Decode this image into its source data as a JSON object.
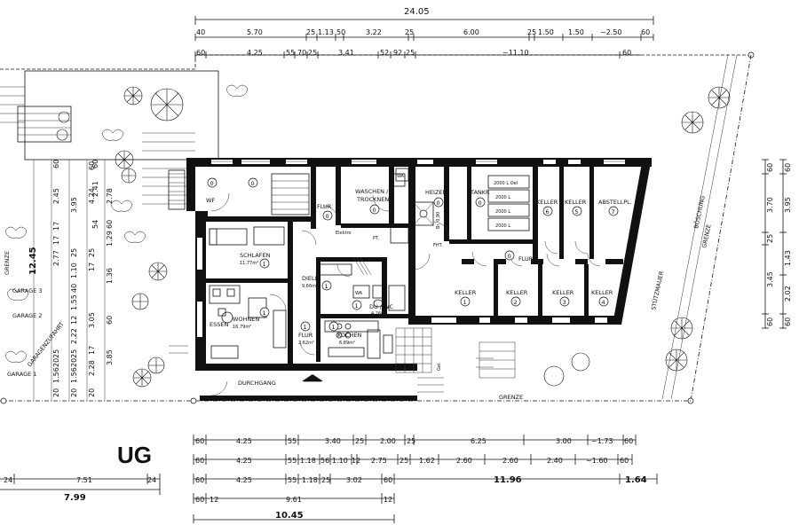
{
  "title": "UG",
  "top_dims": {
    "total": "24.05",
    "row1": [
      "40",
      "5.70",
      "25",
      "1.13",
      "50",
      "3.22",
      "25",
      "6.00",
      "25",
      "1.50",
      "1.50",
      "~2.50",
      "60"
    ],
    "row2": [
      "60",
      "4.25",
      "55",
      "70",
      "25",
      "3.41",
      "52",
      "92",
      "25",
      "~11.10",
      "60"
    ]
  },
  "bottom_dims": {
    "row1": [
      "60",
      "4.25",
      "55",
      "3.40",
      "25",
      "2.00",
      "25",
      "6.25",
      "3.00",
      "~1.73",
      "60"
    ],
    "row2": [
      "60",
      "4.25",
      "55",
      "1.18",
      "56",
      "1.10",
      "12",
      "2.75",
      "25",
      "1.62",
      "2.60",
      "2.60",
      "2.40",
      "~1.60",
      "60"
    ],
    "row3": [
      "60",
      "4.25",
      "55",
      "1.18",
      "25",
      "3.02",
      "60"
    ],
    "row4": [
      "60",
      "12",
      "9.61",
      "12"
    ],
    "total_1045": "10.45",
    "total_1196": "11.96",
    "total_164": "1.64",
    "left_row": [
      "24",
      "7.51",
      "24"
    ],
    "total_799": "7.99"
  },
  "left_dims": {
    "total": "12.45",
    "col1": [
      "20",
      "1.56",
      "20",
      "25",
      "2.77",
      "17",
      "17",
      "2.45",
      "60"
    ],
    "col2": [
      "20",
      "1.56",
      "20",
      "25",
      "2.22",
      "12",
      "1.55",
      "40",
      "1.10",
      "25",
      "3.95"
    ],
    "col3": [
      "20",
      "2.28",
      "17",
      "3.05",
      "17",
      "25",
      "4.24",
      "60"
    ],
    "col4": [
      "3.85",
      "60",
      "1.36",
      "1.29",
      "60",
      "2.78"
    ],
    "col5": [
      "54",
      "2.41",
      "60"
    ]
  },
  "right_dims": {
    "col1": [
      "60",
      "3.45",
      "25",
      "3.70",
      "60"
    ],
    "col2": [
      "60",
      "2.02",
      "1.43",
      "3.95",
      "60"
    ]
  },
  "labels": {
    "garage1": "GARAGE 1",
    "garage2": "GARAGE 2",
    "garage3": "GARAGE 3",
    "garagenzufahrt": "GARAGENZUFAHRT",
    "grenze_left": "GRENZE",
    "grenze_bottom": "GRENZE",
    "grenze_right": "GRENZE",
    "boeschung": "BÖSCHUNG",
    "stuetzmauer": "STÜTZMAUER",
    "durchgang": "DURCHGANG"
  },
  "rooms": {
    "wf": "WF",
    "flur_top": "FLUR",
    "waschen": "WASCHEN /",
    "trocknen": "TROCKNEN",
    "wa": "WA",
    "heizen": "HEIZEN",
    "tankr": "TANKR",
    "br": "Br. 0,90",
    "tanks": [
      "2000 L Oel",
      "2000 L",
      "2000 L",
      "2000 L"
    ],
    "keller6": "KELLER",
    "keller5": "KELLER",
    "abstellpl": "ABSTELLPL.",
    "flur_right": "FLUR",
    "keller1": "KELLER",
    "keller2": "KELLER",
    "keller3": "KELLER",
    "keller4": "KELLER",
    "schlafen": "SCHLAFEN",
    "schlafen_area": "11,77m²",
    "diele": "DIELE",
    "diele_area": "9,66m²",
    "elektro": "Elektro",
    "pt": "PT.",
    "fht": "FHT.",
    "du_wc": "DU / WC",
    "du_wc_area": "4,26m²",
    "wa2": "WA",
    "wohnen": "WOHNEN",
    "essen": "ESSEN",
    "wohnen_area": "16,79m²",
    "flur_bottom": "FLUR",
    "flur_bottom_area": "2,62m²",
    "kochen": "KOCHEN",
    "kochen_area": "6,89m²",
    "gel": "Gel."
  },
  "numbers": {
    "n0": "0",
    "n1": "1",
    "n4": "4",
    "n5": "5",
    "n6": "6",
    "n7": "7",
    "k1": "1",
    "k2": "2",
    "k3": "3",
    "k4": "4"
  }
}
